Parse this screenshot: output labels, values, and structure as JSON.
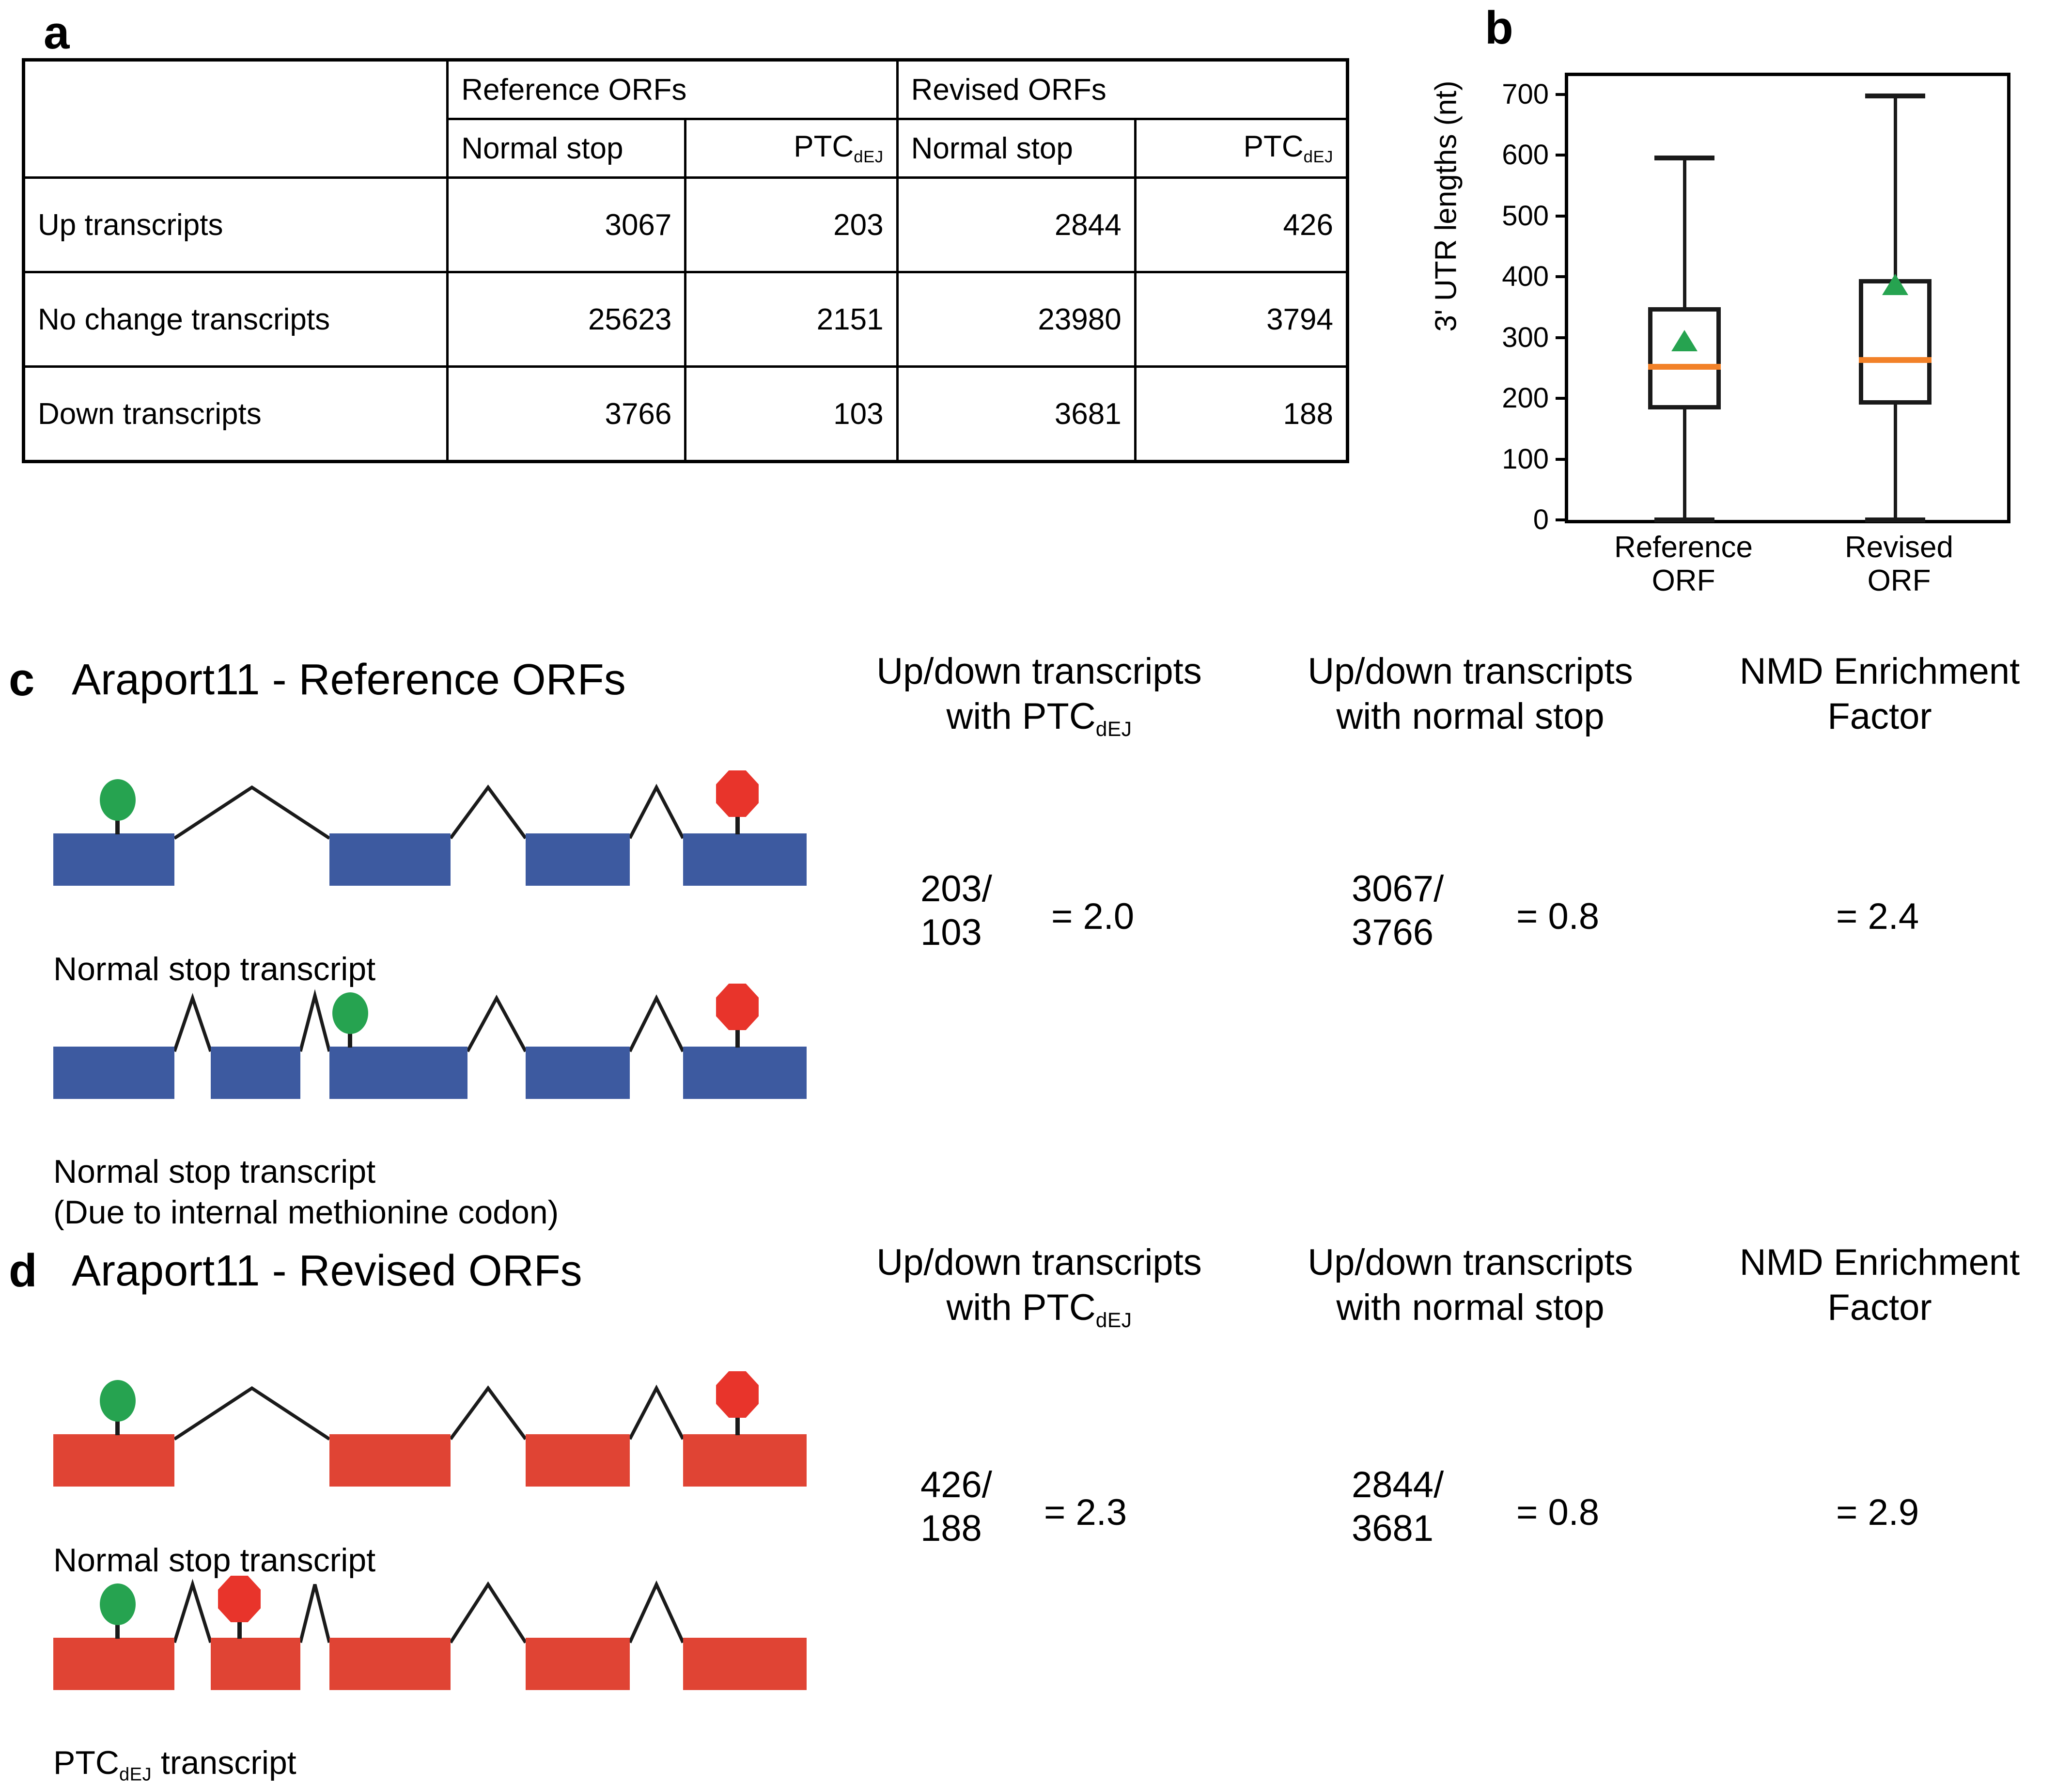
{
  "panel_a": {
    "letter": "a",
    "table": {
      "corner": "",
      "group_headers": [
        "Reference ORFs",
        "Revised ORFs"
      ],
      "sub_headers": [
        "Normal stop",
        "PTC",
        "Normal stop",
        "PTC"
      ],
      "sub_header_subscript": "dEJ",
      "row_labels": [
        "Up transcripts",
        "No change transcripts",
        "Down transcripts"
      ],
      "rows": [
        {
          "label": "Up transcripts",
          "values": [
            "3067",
            "203",
            "2844",
            "426"
          ]
        },
        {
          "label": "No change transcripts",
          "values": [
            "25623",
            "2151",
            "23980",
            "3794"
          ]
        },
        {
          "label": "Down transcripts",
          "values": [
            "3766",
            "103",
            "3681",
            "188"
          ]
        }
      ]
    }
  },
  "panel_b": {
    "letter": "b",
    "ylabel": "3' UTR lengths (nt)",
    "yticks": [
      "700",
      "600",
      "500",
      "400",
      "300",
      "200",
      "100",
      "0"
    ],
    "xlabels": [
      "Reference\nORF",
      "Revised\nORF"
    ],
    "xlabel_lines": [
      [
        "Reference",
        "ORF"
      ],
      [
        "Revised",
        "ORF"
      ]
    ],
    "median_color": "#F28128",
    "mean_color": "#26A350"
  },
  "chart_data": {
    "type": "box",
    "title": "",
    "ylabel": "3' UTR lengths (nt)",
    "xlabel": "",
    "ylim": [
      0,
      730
    ],
    "yticks": [
      0,
      100,
      200,
      300,
      400,
      500,
      600,
      700
    ],
    "grid": false,
    "legend": "none",
    "categories": [
      "Reference ORF",
      "Revised ORF"
    ],
    "boxes": [
      {
        "name": "Reference ORF",
        "whisker_low": 0,
        "q1": 182,
        "median": 252,
        "mean": 295,
        "q3": 350,
        "whisker_high": 595
      },
      {
        "name": "Revised ORF",
        "whisker_low": 0,
        "q1": 190,
        "median": 263,
        "mean": 387,
        "q3": 396,
        "whisker_high": 697
      }
    ]
  },
  "panel_c": {
    "letter": "c",
    "title": "Araport11 - Reference ORFs",
    "exon_color": "#3D5AA0",
    "transcripts": [
      {
        "caption_line1": "Normal stop transcript",
        "caption_line2": ""
      },
      {
        "caption_line1": "Normal stop transcript",
        "caption_line2": "(Due to internal methionine codon)"
      }
    ],
    "columns": [
      {
        "head_line1": "Up/down transcripts",
        "head_line2": "with PTC",
        "head_sub": "dEJ",
        "numerator": "203/",
        "denominator": "103",
        "result": "= 2.0"
      },
      {
        "head_line1": "Up/down transcripts",
        "head_line2": "with normal stop",
        "head_sub": "",
        "numerator": "3067/",
        "denominator": "3766",
        "result": "= 0.8"
      },
      {
        "head_line1": "NMD Enrichment",
        "head_line2": "Factor",
        "head_sub": "",
        "numerator": "",
        "denominator": "",
        "result": "= 2.4"
      }
    ]
  },
  "panel_d": {
    "letter": "d",
    "title": "Araport11 - Revised ORFs",
    "exon_color": "#E04434",
    "transcripts": [
      {
        "caption_line1": "Normal stop transcript",
        "caption_line2": ""
      },
      {
        "caption_line1": "PTC",
        "caption_sub": "dEJ",
        "caption_line2": " transcript"
      }
    ],
    "columns": [
      {
        "head_line1": "Up/down transcripts",
        "head_line2": "with PTC",
        "head_sub": "dEJ",
        "numerator": "426/",
        "denominator": "188",
        "result": "= 2.3"
      },
      {
        "head_line1": "Up/down transcripts",
        "head_line2": "with normal stop",
        "head_sub": "",
        "numerator": "2844/",
        "denominator": "3681",
        "result": "= 0.8"
      },
      {
        "head_line1": "NMD Enrichment",
        "head_line2": "Factor",
        "head_sub": "",
        "numerator": "",
        "denominator": "",
        "result": "= 2.9"
      }
    ]
  },
  "icons": {
    "start_codon": "green-circle-start-codon-icon",
    "stop_codon": "red-octagon-stop-codon-icon"
  }
}
